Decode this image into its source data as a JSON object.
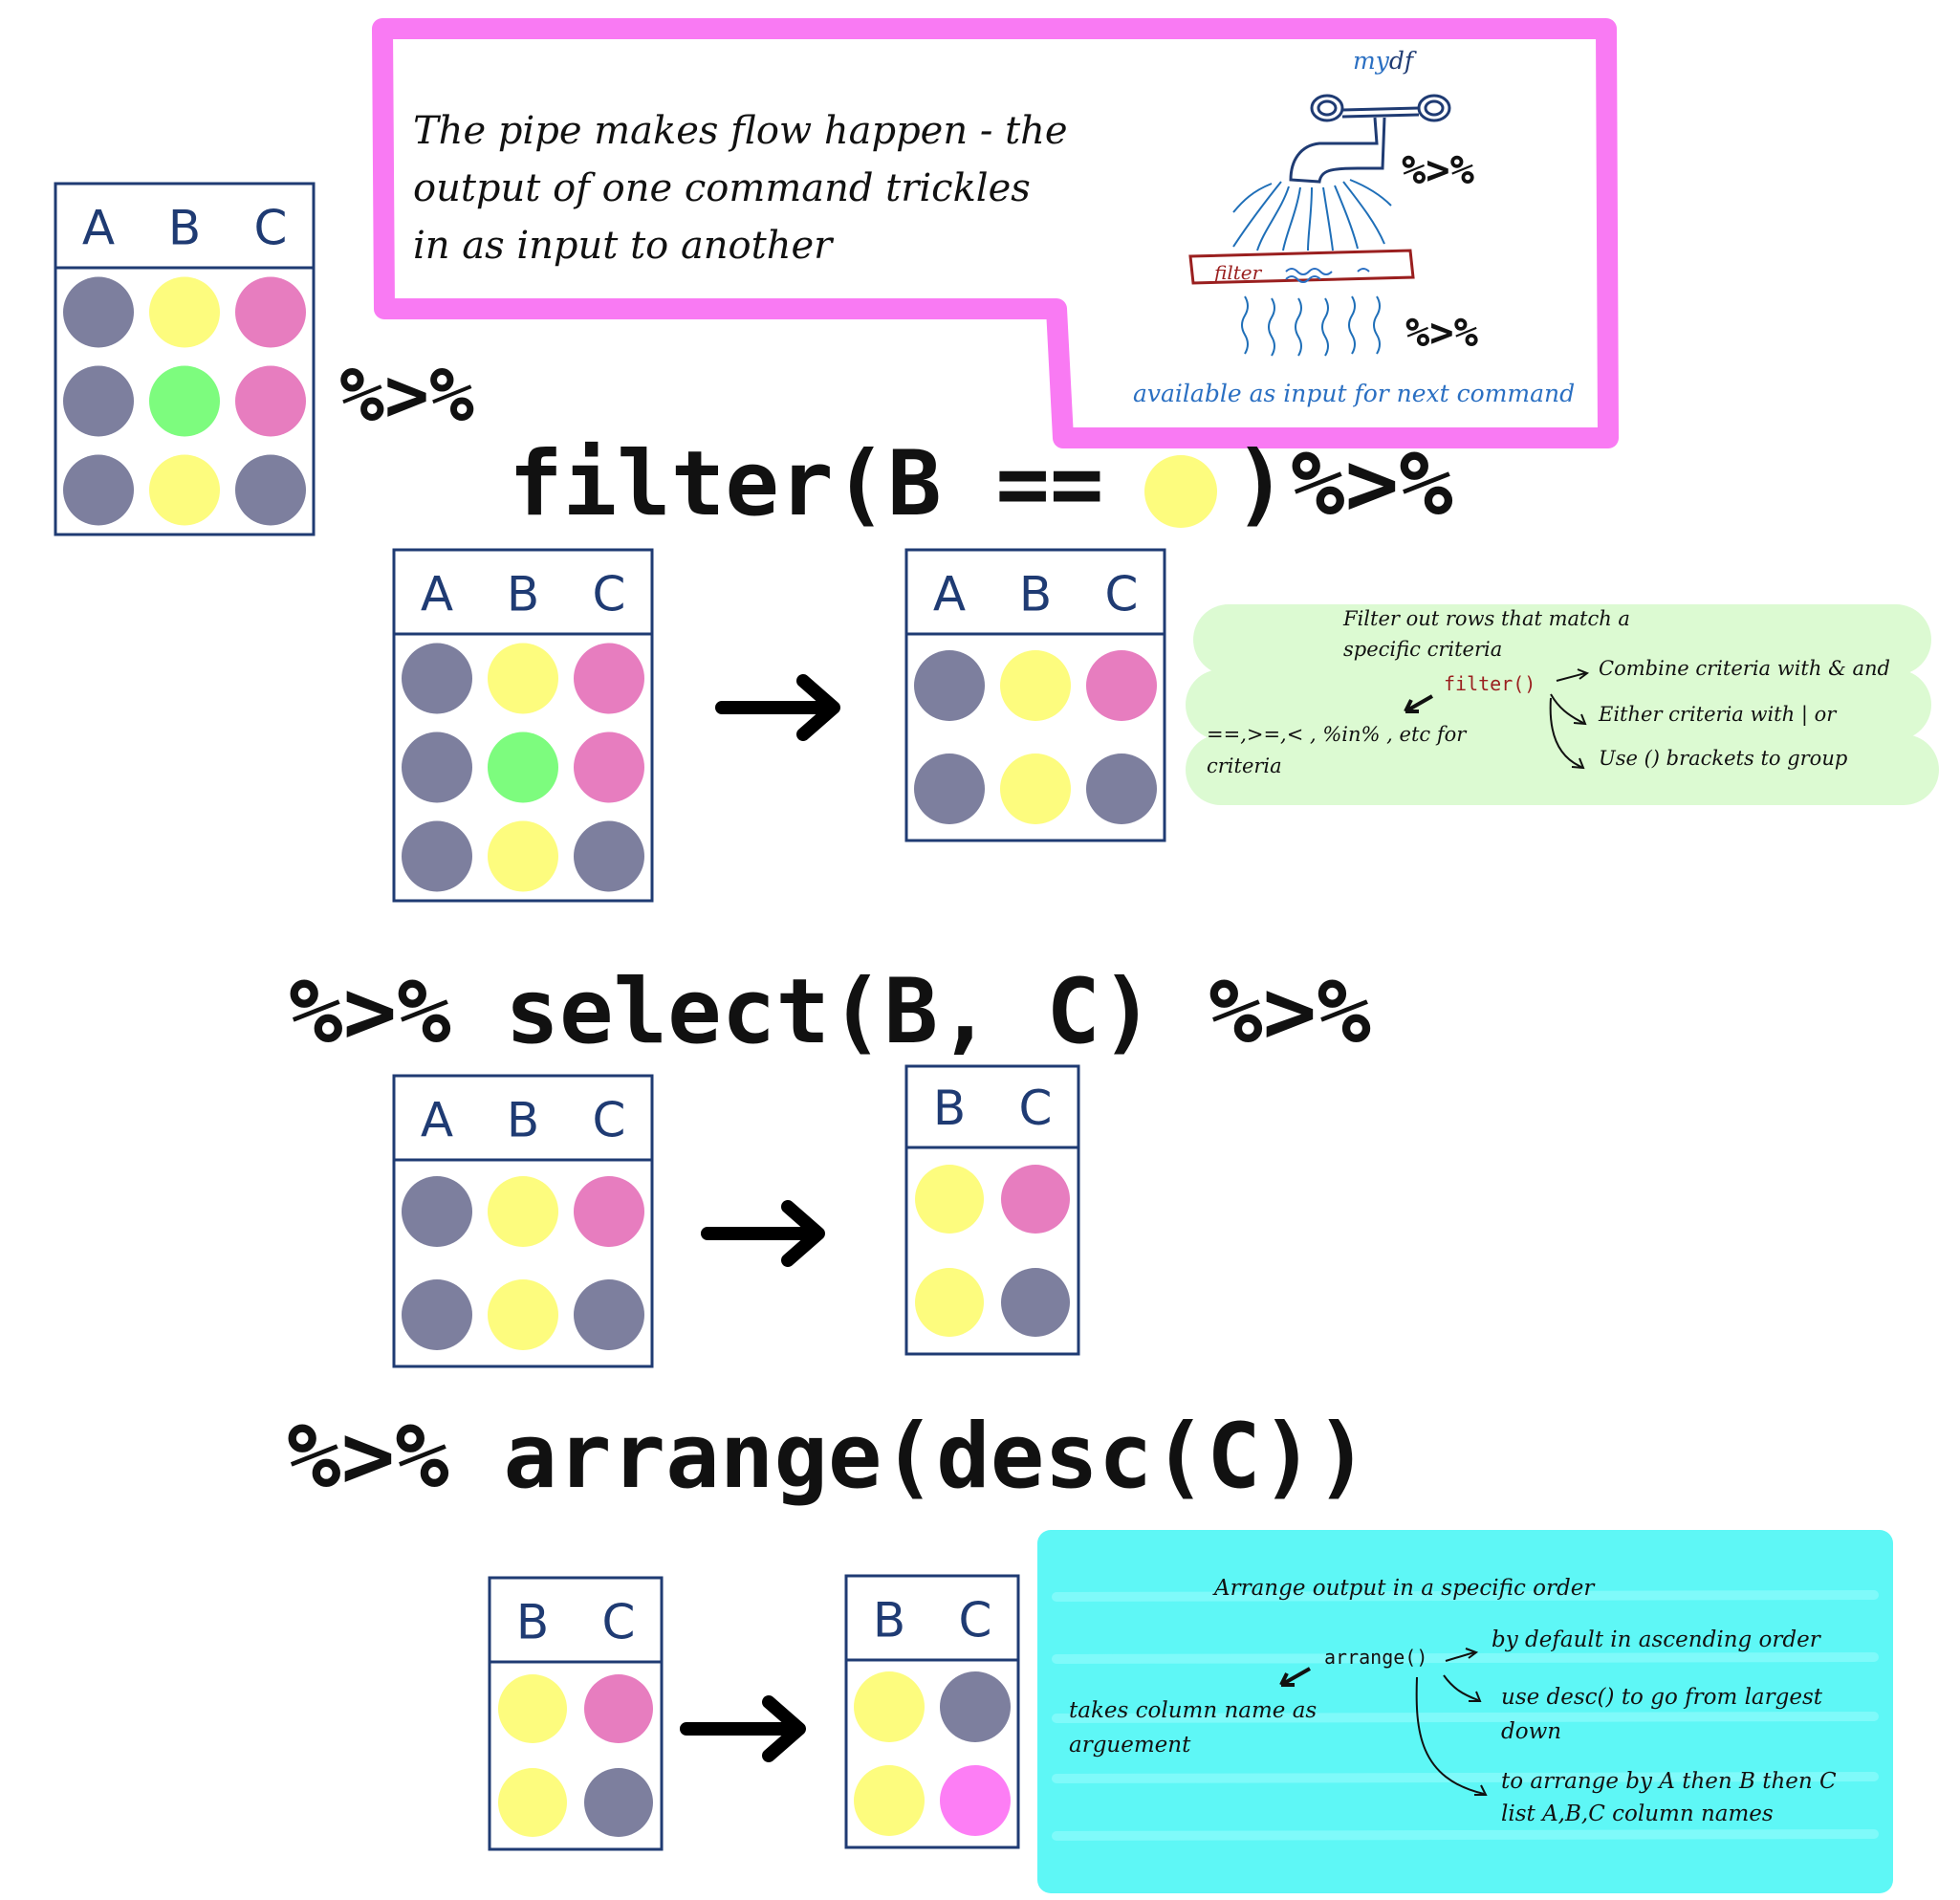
{
  "colors": {
    "grey": "#7d7f9e",
    "yellow": "#fdfc7e",
    "pink": "#e77dbf",
    "green": "#7dfc7e",
    "magenta": "#fd7ef5",
    "table_border": "#1f3b73",
    "pink_box": "#f97af3",
    "green_note": "#dcfad2",
    "cyan_note": "#5ef7f6",
    "blue_text": "#2a6fc2",
    "red_text": "#9a1f1f"
  },
  "intro": {
    "text_lines": [
      "The pipe makes flow happen - the",
      "output of one command trickles",
      "in as input to another"
    ],
    "mydf_prefix": "my",
    "mydf_suffix": "df",
    "pipe_1": "%>%",
    "filter_word": "filter",
    "pipe_2": "%>%",
    "caption": "available as input for next command"
  },
  "source_table": {
    "headers": [
      "A",
      "B",
      "C"
    ],
    "rows": [
      [
        "grey",
        "yellow",
        "pink"
      ],
      [
        "grey",
        "green",
        "pink"
      ],
      [
        "grey",
        "yellow",
        "grey"
      ]
    ]
  },
  "pipe_after_source": "%>%",
  "filter_step": {
    "code_prefix": "filter(B ==",
    "code_close": ")",
    "code_pipe": "%>%",
    "input_table": {
      "headers": [
        "A",
        "B",
        "C"
      ],
      "rows": [
        [
          "grey",
          "yellow",
          "pink"
        ],
        [
          "grey",
          "green",
          "pink"
        ],
        [
          "grey",
          "yellow",
          "grey"
        ]
      ]
    },
    "output_table": {
      "headers": [
        "A",
        "B",
        "C"
      ],
      "rows": [
        [
          "grey",
          "yellow",
          "pink"
        ],
        [
          "grey",
          "yellow",
          "grey"
        ]
      ]
    },
    "note": {
      "title_lines": [
        "Filter out rows that match a",
        "specific criteria"
      ],
      "func": "filter()",
      "left_lines": [
        "==,>=,< , %in% , etc for",
        "criteria"
      ],
      "right_1": "Combine criteria with & and",
      "right_2": "Either criteria with | or",
      "right_3": "Use () brackets to group"
    }
  },
  "select_step": {
    "code": "%>% select(B, C) %>%",
    "input_table": {
      "headers": [
        "A",
        "B",
        "C"
      ],
      "rows": [
        [
          "grey",
          "yellow",
          "pink"
        ],
        [
          "grey",
          "yellow",
          "grey"
        ]
      ]
    },
    "output_table": {
      "headers": [
        "B",
        "C"
      ],
      "rows": [
        [
          "yellow",
          "pink"
        ],
        [
          "yellow",
          "grey"
        ]
      ]
    }
  },
  "arrange_step": {
    "code": "%>% arrange(desc(C))",
    "input_table": {
      "headers": [
        "B",
        "C"
      ],
      "rows": [
        [
          "yellow",
          "pink"
        ],
        [
          "yellow",
          "grey"
        ]
      ]
    },
    "output_table": {
      "headers": [
        "B",
        "C"
      ],
      "rows": [
        [
          "yellow",
          "grey"
        ],
        [
          "yellow",
          "magenta"
        ]
      ]
    },
    "note": {
      "title": "Arrange output in a specific order",
      "func": "arrange()",
      "left_lines": [
        "takes column name as",
        "arguement"
      ],
      "right_1": "by default in ascending order",
      "right_2_lines": [
        "use desc() to go from largest",
        "down"
      ],
      "right_3_lines": [
        "to arrange by A then B then C",
        "list A,B,C column names"
      ]
    }
  }
}
